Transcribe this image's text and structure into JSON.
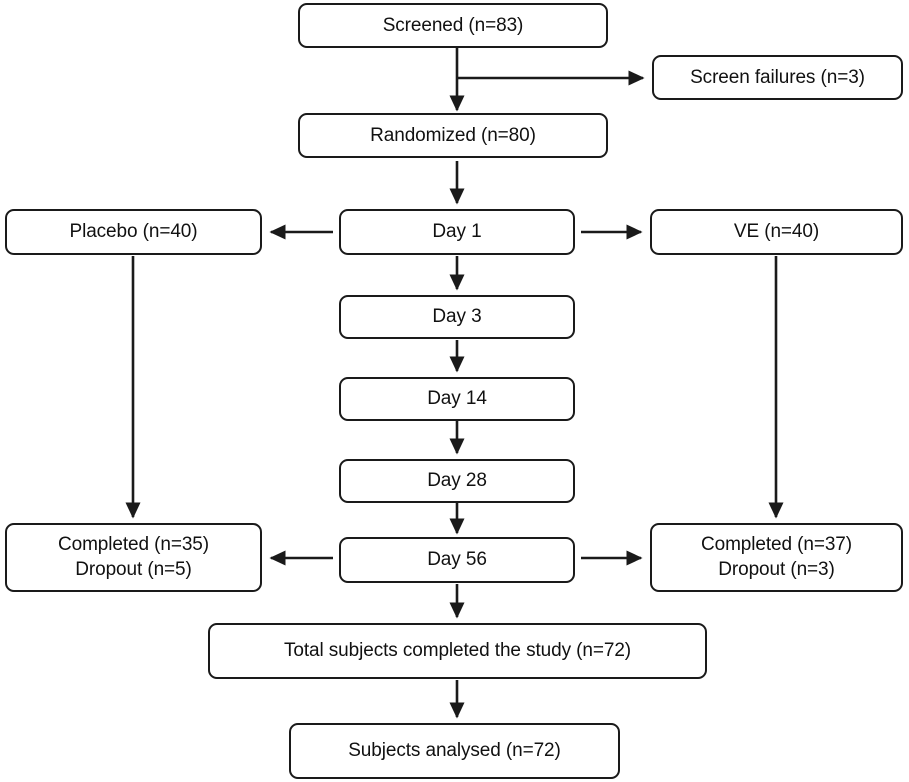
{
  "diagram": {
    "type": "clinical-trial-flow-chart",
    "title": "",
    "stroke_color": "#1a1a1a",
    "text_color": "#111111",
    "background_color": "#ffffff",
    "nodes": [
      {
        "id": "screened",
        "label": "Screened (n=83)"
      },
      {
        "id": "screen_failures",
        "label": "Screen failures (n=3)"
      },
      {
        "id": "randomized",
        "label": "Randomized (n=80)"
      },
      {
        "id": "placebo",
        "label": "Placebo (n=40)"
      },
      {
        "id": "day1",
        "label": "Day 1"
      },
      {
        "id": "ve",
        "label": "VE (n=40)"
      },
      {
        "id": "day3",
        "label": "Day 3"
      },
      {
        "id": "day14",
        "label": "Day 14"
      },
      {
        "id": "day28",
        "label": "Day 28"
      },
      {
        "id": "day56",
        "label": "Day 56"
      },
      {
        "id": "placebo_outcome_line1",
        "label": "Completed (n=35)"
      },
      {
        "id": "placebo_outcome_line2",
        "label": "Dropout (n=5)"
      },
      {
        "id": "ve_outcome_line1",
        "label": "Completed (n=37)"
      },
      {
        "id": "ve_outcome_line2",
        "label": "Dropout (n=3)"
      },
      {
        "id": "total_completed",
        "label": "Total subjects completed the study (n=72)"
      },
      {
        "id": "analysed",
        "label": "Subjects analysed (n=72)"
      }
    ],
    "edges": [
      {
        "from": "screened",
        "to": "randomized",
        "direction": "down"
      },
      {
        "from": "screened",
        "to": "screen_failures",
        "direction": "right"
      },
      {
        "from": "randomized",
        "to": "day1",
        "direction": "down"
      },
      {
        "from": "day1",
        "to": "placebo",
        "direction": "left"
      },
      {
        "from": "day1",
        "to": "ve",
        "direction": "right"
      },
      {
        "from": "day1",
        "to": "day3",
        "direction": "down"
      },
      {
        "from": "day3",
        "to": "day14",
        "direction": "down"
      },
      {
        "from": "day14",
        "to": "day28",
        "direction": "down"
      },
      {
        "from": "day28",
        "to": "day56",
        "direction": "down"
      },
      {
        "from": "placebo",
        "to": "placebo_outcome",
        "direction": "down"
      },
      {
        "from": "ve",
        "to": "ve_outcome",
        "direction": "down"
      },
      {
        "from": "day56",
        "to": "placebo_outcome",
        "direction": "left"
      },
      {
        "from": "day56",
        "to": "ve_outcome",
        "direction": "right"
      },
      {
        "from": "day56",
        "to": "total_completed",
        "direction": "down"
      },
      {
        "from": "total_completed",
        "to": "analysed",
        "direction": "down"
      }
    ]
  }
}
